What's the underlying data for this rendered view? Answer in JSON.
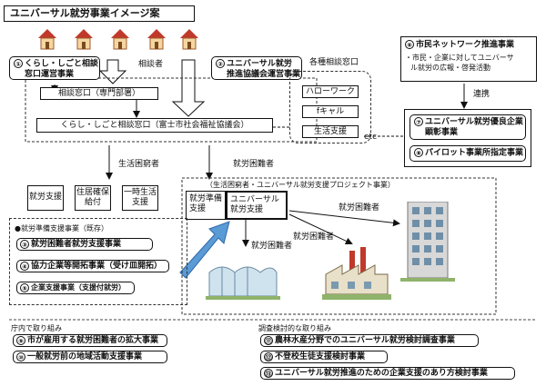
{
  "title": "ユニバーサル就労事業イメージ案",
  "box1": {
    "num": "①",
    "line1": "くらし・しごと相談",
    "line2": "窓口運営事業"
  },
  "box2": {
    "num": "②",
    "line1": "ユニバーサル就労",
    "line2": "推進協議会運営事業"
  },
  "soudansha": "相談者",
  "kakushu_label": "各種相談窓口",
  "windows": [
    "ハローワーク",
    "fキャル",
    "生活支援"
  ],
  "etc": "etc",
  "soudan_madoguchi": "相談窓口（専門部署）",
  "kurashi_madoguchi": "くらし・しごと相談窓口（富士市社会福祉協議会）",
  "seikatsu_konkyu": "生活困窮者",
  "shuro_konnan_1": "就労困難者",
  "support_boxes": [
    "就労支援",
    "住居確保\n給付",
    "一時生活\n支援"
  ],
  "project_title": "（生活困窮者・ユニバーサル就労支援プロジェクト事業）",
  "project_left": "就労準備\n支援",
  "project_right": "ユニバーサル\n就労支援",
  "shuro_konnan_2": "就労困難者",
  "shuro_konnan_3": "就労困難者",
  "shuro_konnan_4": "就労困難者",
  "box6": {
    "num": "⑥",
    "title": "市民ネットワーク推進事業",
    "desc1": "・市民・企業に対してユニバーサ",
    "desc2": "ル就労の広報・啓発活動"
  },
  "renkei": "連携",
  "box7": {
    "num": "⑦",
    "line1": "ユニバーサル就労優良企業",
    "line2": "顕彰事業"
  },
  "box8": {
    "num": "⑧",
    "text": "パイロット事業所指定事業"
  },
  "existing": {
    "header": "●就労準備支援事業（既存）",
    "items": [
      {
        "num": "③",
        "text": "就労困難者就労支援事業"
      },
      {
        "num": "④",
        "text": "協力企業等開拓事業（受け皿開拓）"
      },
      {
        "num": "⑤",
        "text": "企業支援事業（支援付就労）"
      }
    ]
  },
  "chonai": {
    "header": "庁内で取り組み",
    "items": [
      {
        "num": "⑨",
        "text": "市が雇用する就労困難者の拡大事業"
      },
      {
        "num": "⑩",
        "text": "一般就労前の地域活動支援事業"
      }
    ]
  },
  "chosa": {
    "header": "調査検討的な取り組み",
    "items": [
      {
        "num": "⑪",
        "text": "農林水産分野でのユニバーサル就労検討調査事業"
      },
      {
        "num": "⑫",
        "text": "不登校生徒支援検討事業"
      },
      {
        "num": "⑬",
        "text": "ユニバーサル就労推進のための企業支援のあり方検討事業"
      }
    ]
  }
}
